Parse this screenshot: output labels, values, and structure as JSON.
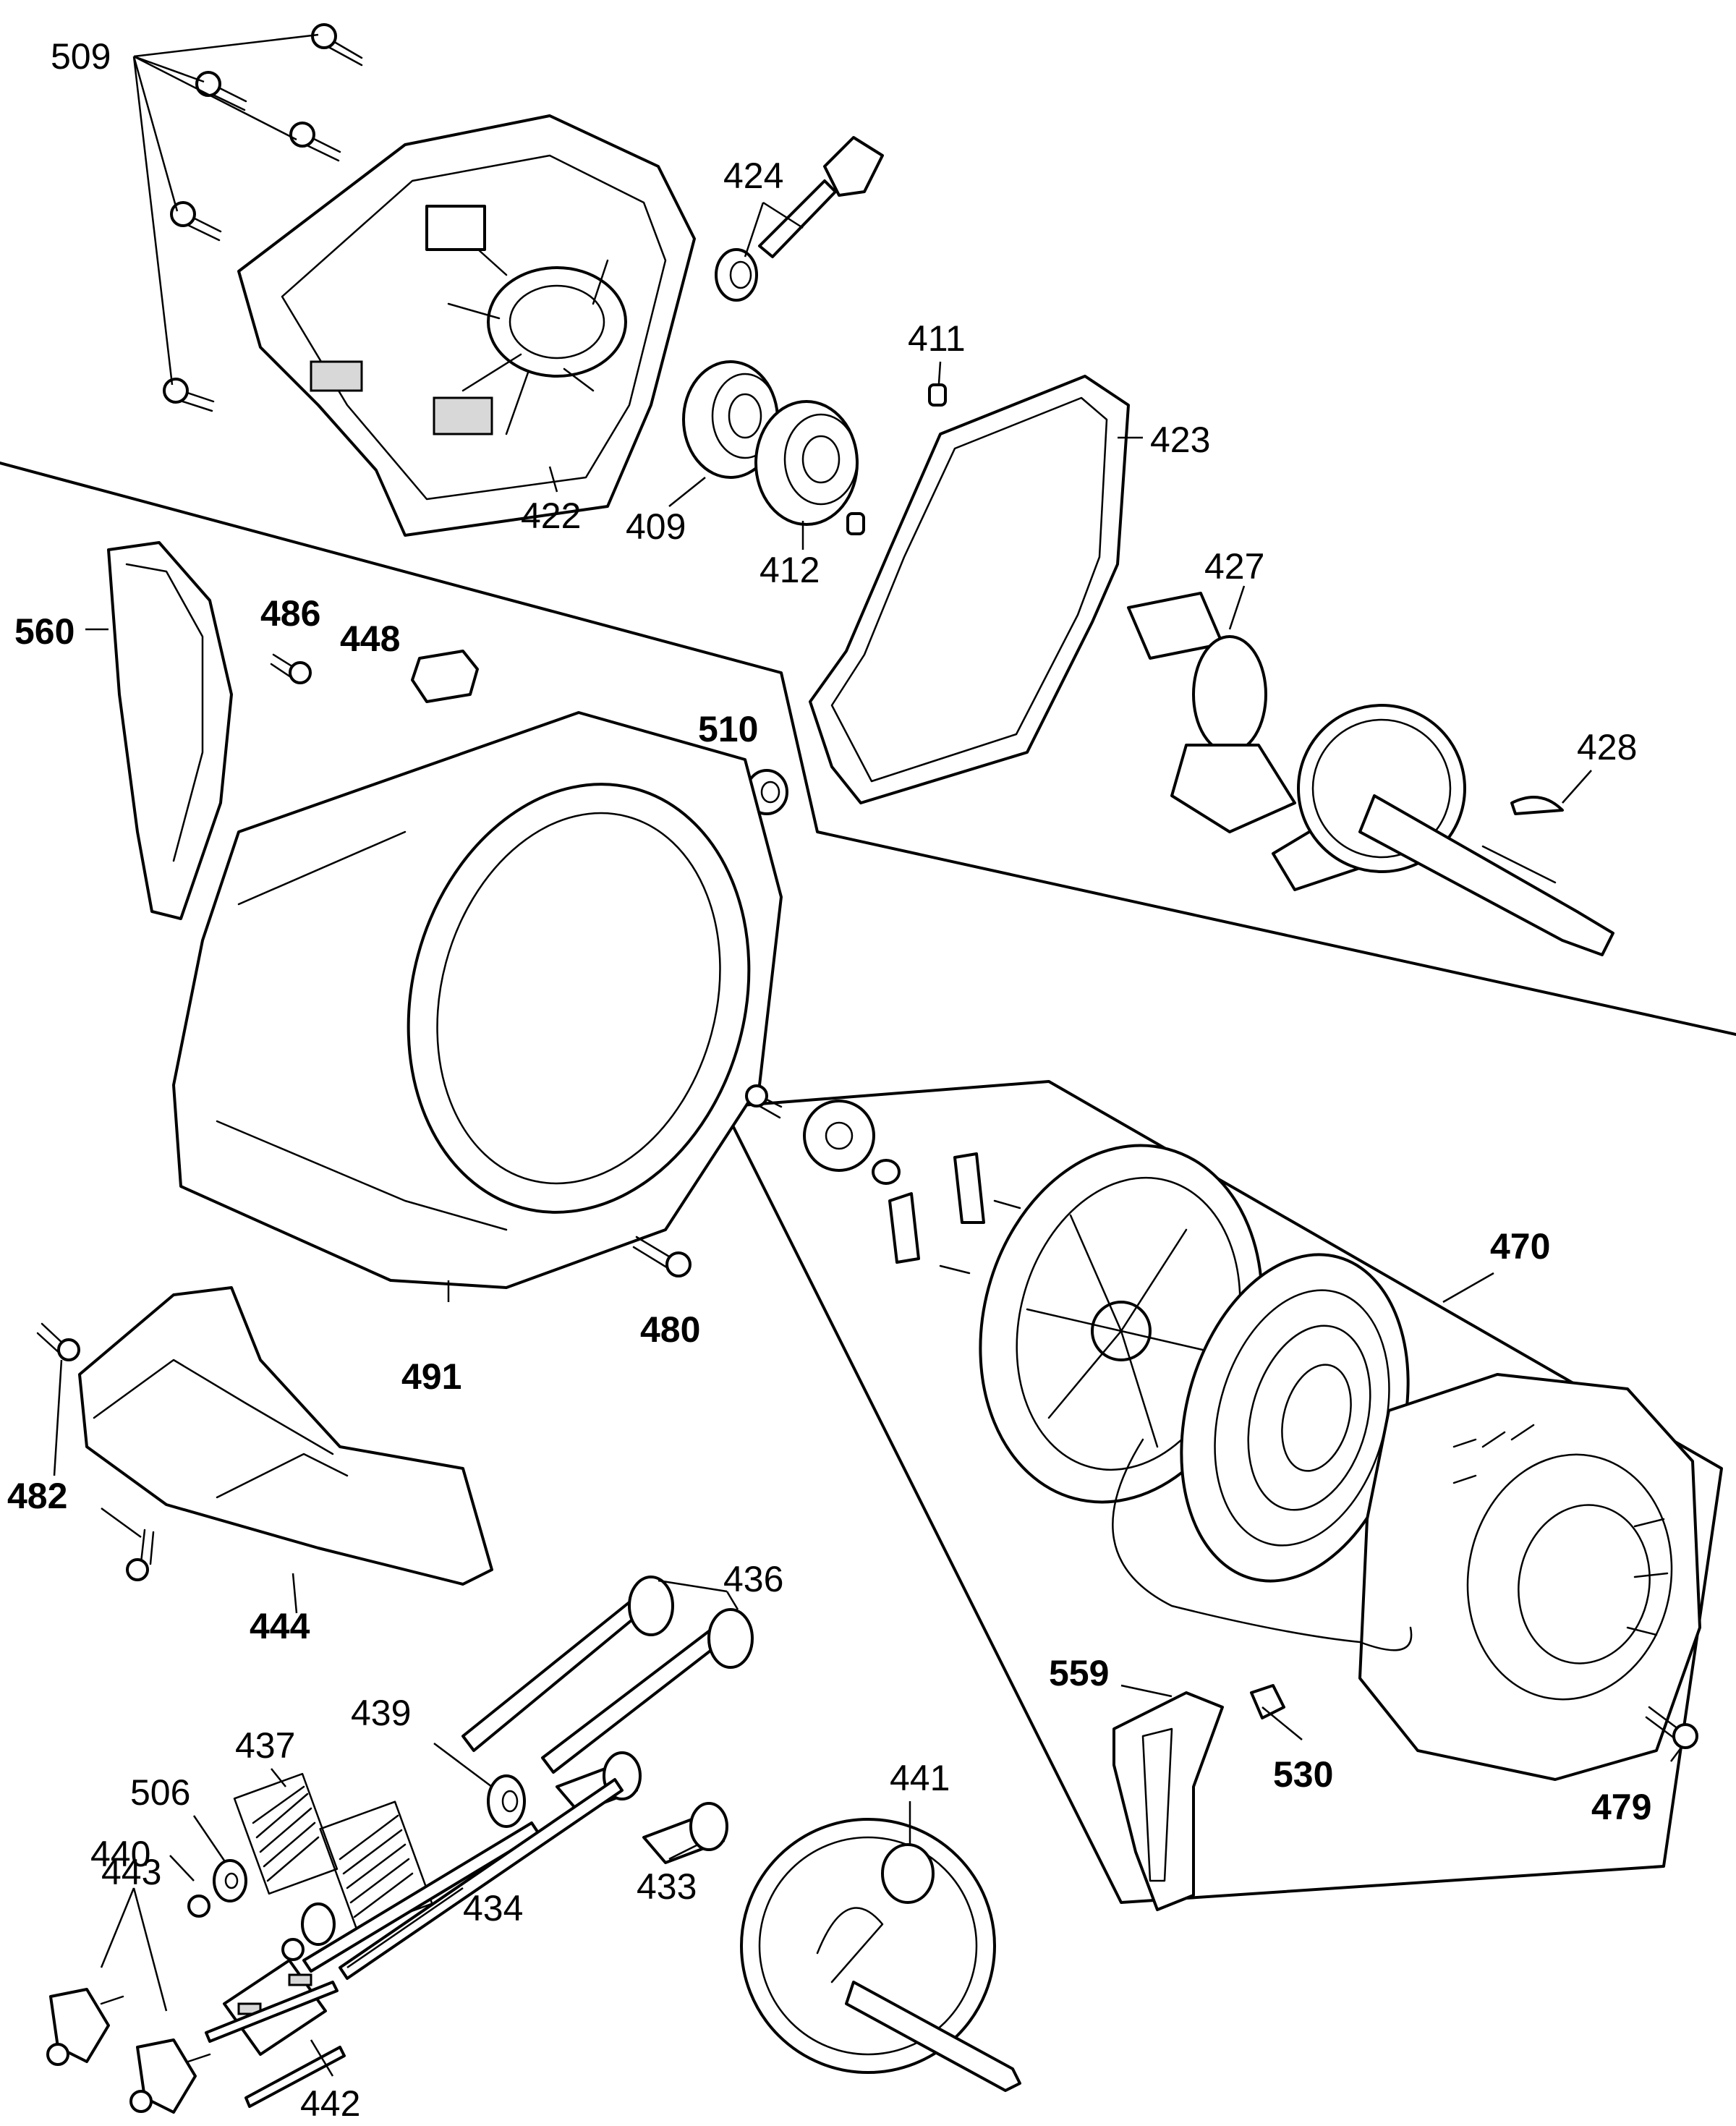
{
  "labels": {
    "l509": "509",
    "l424": "424",
    "l411": "411",
    "l423": "423",
    "l422": "422",
    "l409": "409",
    "l412": "412",
    "l427": "427",
    "l428": "428",
    "l560": "560",
    "l486": "486",
    "l448": "448",
    "l510": "510",
    "l491": "491",
    "l480": "480",
    "l470": "470",
    "l482": "482",
    "l444": "444",
    "l436": "436",
    "l439": "439",
    "l437": "437",
    "l506": "506",
    "l440": "440",
    "l433": "433",
    "l441": "441",
    "l443": "443",
    "l434": "434",
    "l442": "442",
    "l559": "559",
    "l530": "530",
    "l479": "479"
  }
}
